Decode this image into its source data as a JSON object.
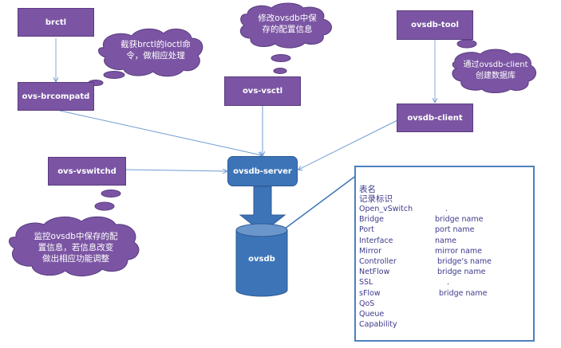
{
  "nodes": {
    "brctl": "brctl",
    "ovs_brcompatd": "ovs-brcompatd",
    "ovs_vsctl": "ovs-vsctl",
    "ovsdb_tool": "ovsdb-tool",
    "ovsdb_client": "ovsdb-client",
    "ovs_vswitchd": "ovs-vswitchd",
    "ovsdb_server": "ovsdb-server",
    "ovsdb": "ovsdb"
  },
  "clouds": {
    "brcompatd_note": [
      "截获brctl的ioctl命",
      "令，做相应处理"
    ],
    "vsctl_note": [
      "修改ovsdb中保",
      "存的配置信息"
    ],
    "tool_note": [
      "通过ovsdb-client",
      "创建数据库"
    ],
    "vswitchd_note": [
      "监控ovsdb中保存的配",
      "置信息，若信息改变",
      "做出相应功能调整"
    ]
  },
  "table": {
    "header1": "表名",
    "header2": "记录标识",
    "rows": [
      {
        "name": "Open_vSwitch",
        "id": "."
      },
      {
        "name": "Bridge",
        "id": "bridge name"
      },
      {
        "name": "Port",
        "id": "port name"
      },
      {
        "name": "Interface",
        "id": "name"
      },
      {
        "name": "Mirror",
        "id": "mirror name"
      },
      {
        "name": "Controller",
        "id": "bridge's name"
      },
      {
        "name": "NetFlow",
        "id": "bridge name"
      },
      {
        "name": "SSL",
        "id": "."
      },
      {
        "name": "sFlow",
        "id": "bridge name"
      },
      {
        "name": "QoS",
        "id": ""
      },
      {
        "name": "Queue",
        "id": ""
      },
      {
        "name": "Capability",
        "id": ""
      }
    ]
  },
  "colors": {
    "node_fill": "#7b55a3",
    "server_fill": "#3d74b8",
    "link": "#6f9bd1",
    "table_text": "#3d3a8c"
  }
}
